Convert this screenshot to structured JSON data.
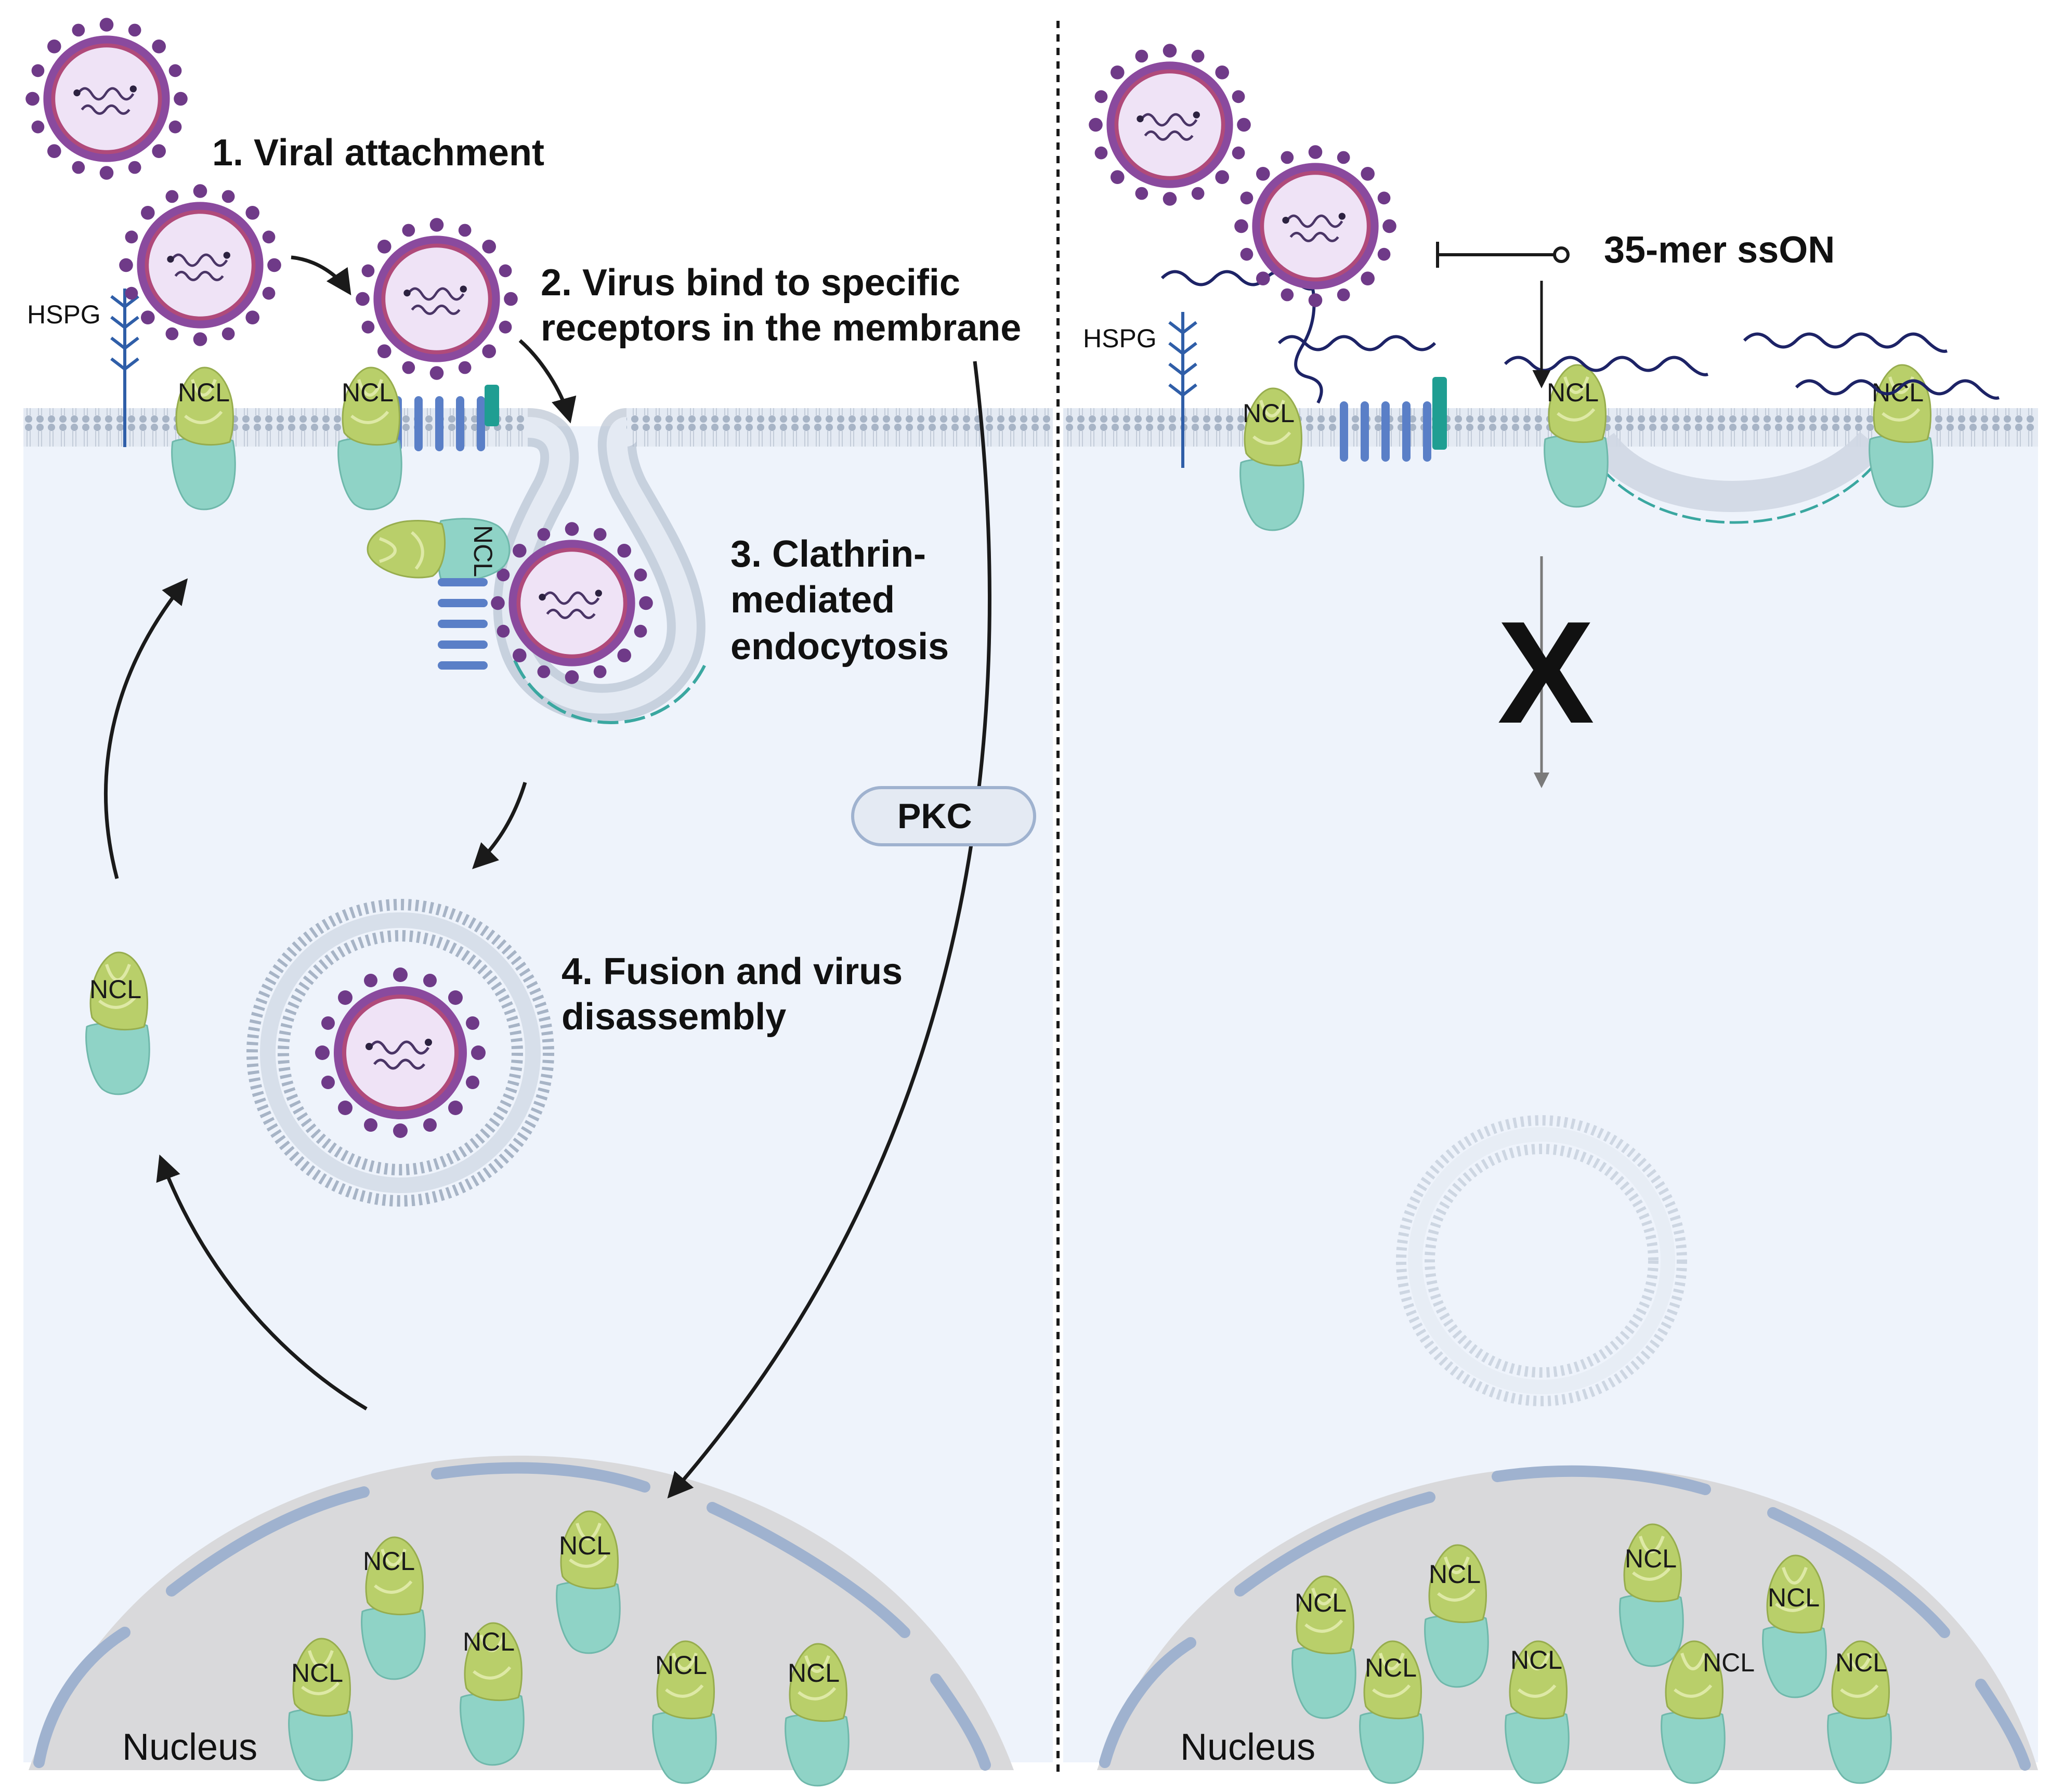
{
  "left_panel": {
    "steps": {
      "s1": "1.  Viral attachment",
      "s2_line1": "2. Virus bind to specific",
      "s2_line2": "receptors in the membrane",
      "s3_line1": "3. Clathrin-",
      "s3_line2": "mediated",
      "s3_line3": "endocytosis",
      "s4_line1": "4. Fusion and virus",
      "s4_line2": "disassembly"
    },
    "hspg": "HSPG",
    "pkc": "PKC",
    "nucleus": "Nucleus",
    "ncl": "NCL"
  },
  "right_panel": {
    "ssON": "35-mer ssON",
    "hspg": "HSPG",
    "block_mark": "X",
    "nucleus": "Nucleus",
    "ncl": "NCL"
  },
  "colors": {
    "cytoplasm": "#eef3fb",
    "membrane": "#a9b8cc",
    "nucleus_fill": "#d9d9db",
    "nuclear_envelope": "#9fb2cf",
    "virus_outer": "#7b3f8f",
    "virus_inner": "#efe3f6",
    "ncl_top": "#b9cf6a",
    "ncl_bottom": "#8fd3c6",
    "receptor": "#5a7fc7",
    "clathrin": "#3aa7a0",
    "ssON_strand": "#1d2366"
  }
}
